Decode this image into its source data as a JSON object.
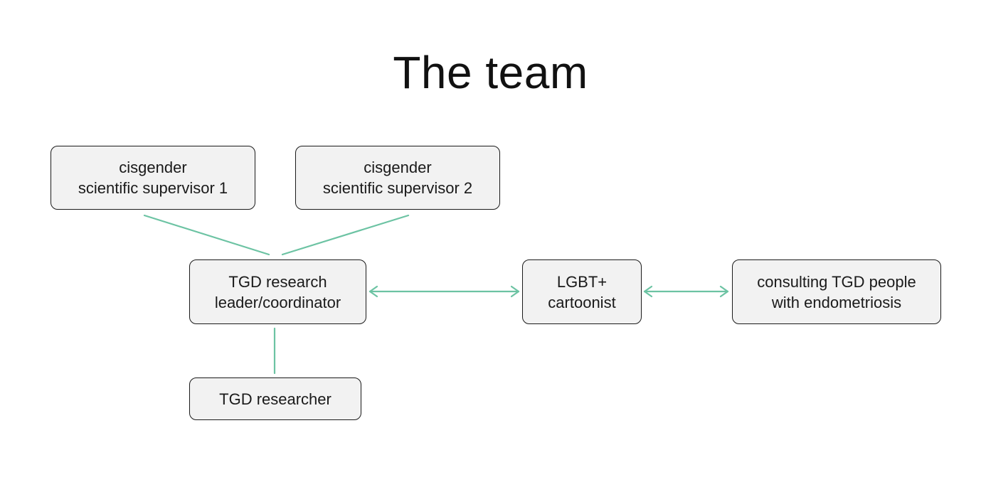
{
  "title": "The team",
  "colors": {
    "connector": "#6cc3a3",
    "box_fill": "#f2f2f2",
    "box_border": "#1a1a1a",
    "text": "#1a1a1a"
  },
  "nodes": {
    "supervisor1": {
      "lines": [
        "cisgender",
        "scientific supervisor 1"
      ]
    },
    "supervisor2": {
      "lines": [
        "cisgender",
        "scientific supervisor 2"
      ]
    },
    "leader": {
      "lines": [
        "TGD research",
        "leader/coordinator"
      ]
    },
    "cartoonist": {
      "lines": [
        "LGBT+",
        "cartoonist"
      ]
    },
    "consulting": {
      "lines": [
        "consulting TGD people",
        "with endometriosis"
      ]
    },
    "researcher": {
      "lines": [
        "TGD researcher"
      ]
    }
  },
  "edges": [
    {
      "from": "supervisor1",
      "to": "leader",
      "type": "line"
    },
    {
      "from": "supervisor2",
      "to": "leader",
      "type": "line"
    },
    {
      "from": "leader",
      "to": "researcher",
      "type": "line"
    },
    {
      "from": "leader",
      "to": "cartoonist",
      "type": "double-arrow"
    },
    {
      "from": "cartoonist",
      "to": "consulting",
      "type": "double-arrow"
    }
  ]
}
